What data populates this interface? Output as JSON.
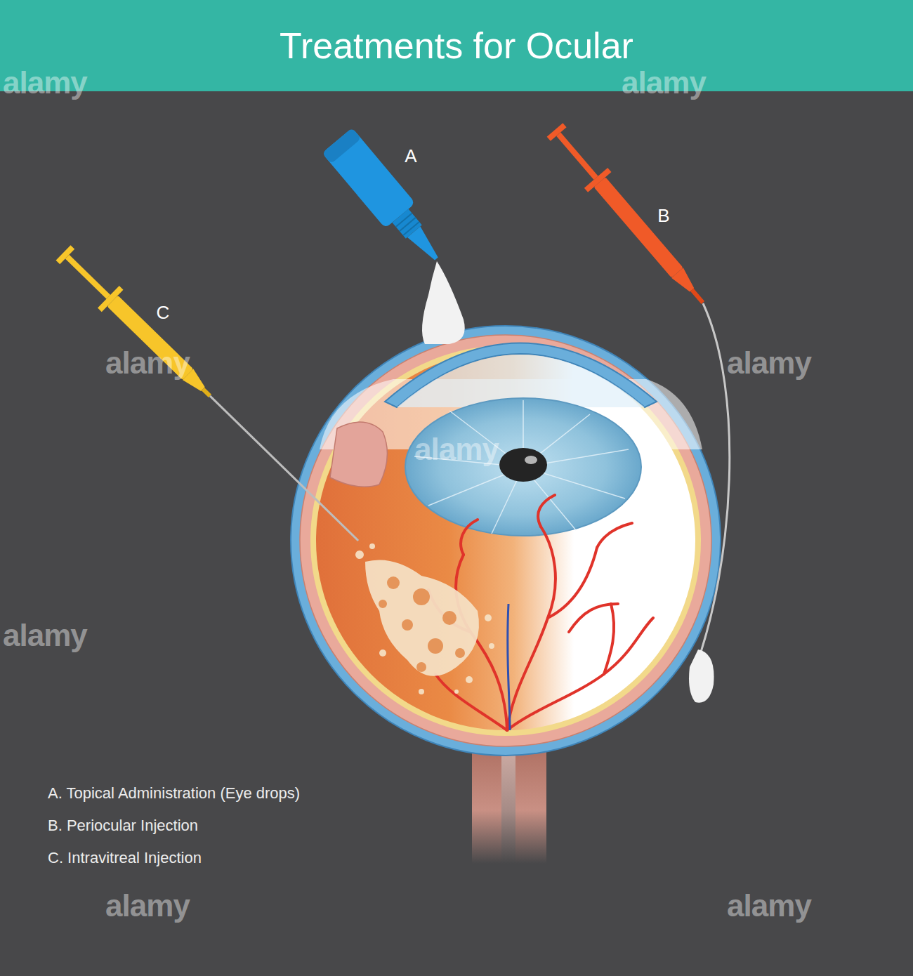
{
  "diagram": {
    "title": "Treatments for Ocular",
    "labels": [
      "A",
      "B",
      "C",
      "A. Topical Administration (Eye drops)",
      "B. Periocular Injection",
      "C. Intravitreal Injection",
      "alamy",
      "alamy",
      "alamy",
      "alamy",
      "alamy",
      "alamy",
      "alamy",
      "alamy"
    ]
  }
}
